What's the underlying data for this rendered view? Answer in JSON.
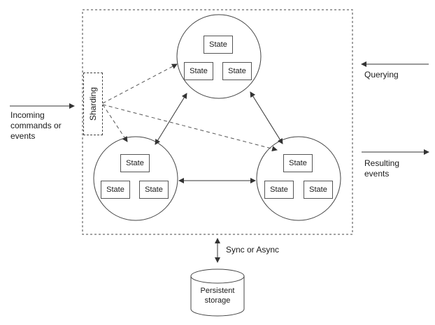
{
  "labels": {
    "incoming": [
      "Incoming",
      "commands or",
      "events"
    ],
    "querying": "Querying",
    "resulting": [
      "Resulting",
      "events"
    ],
    "sharding": "Sharding",
    "sync": "Sync or Async",
    "storage": [
      "Persistent",
      "storage"
    ]
  },
  "nodes": [
    {
      "name": "top",
      "states": [
        "State",
        "State",
        "State"
      ]
    },
    {
      "name": "left",
      "states": [
        "State",
        "State",
        "State"
      ]
    },
    {
      "name": "right",
      "states": [
        "State",
        "State",
        "State"
      ]
    }
  ],
  "colors": {
    "line": "#333333",
    "dashed": "#555555",
    "background": "#ffffff"
  }
}
